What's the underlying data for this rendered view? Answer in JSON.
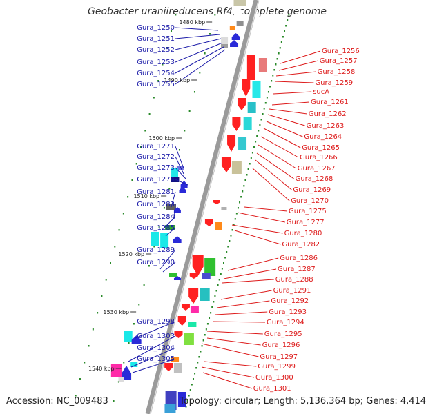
{
  "title": "Geobacter uraniireducens Rf4, complete genome",
  "accession": "Accession: NC_009483",
  "summary": "Topology: circular; Length: 5,136,364 bp; Genes: 4,414",
  "colors": {
    "left_labels": "#1a1aa8",
    "right_labels": "#dd1a1a",
    "tick_marks": "#2a8a2a"
  },
  "scale_labels": [
    "1480 kbp",
    "1490 kbp",
    "1500 kbp",
    "1510 kbp",
    "1520 kbp",
    "1530 kbp",
    "1540 kbp"
  ],
  "left_genes": [
    "Gura_1250",
    "Gura_1251",
    "Gura_1252",
    "Gura_1253",
    "Gura_1254",
    "Gura_1255",
    "Gura_1271",
    "Gura_1272",
    "Gura_1273",
    "Gura_1274",
    "Gura_1281",
    "Gura_1283",
    "Gura_1284",
    "Gura_1285",
    "Gura_1289",
    "Gura_1290",
    "Gura_1298",
    "Gura_1303",
    "Gura_1304",
    "Gura_1305"
  ],
  "right_genes": [
    "Gura_1256",
    "Gura_1257",
    "Gura_1258",
    "Gura_1259",
    "sucA",
    "Gura_1261",
    "Gura_1262",
    "Gura_1263",
    "Gura_1264",
    "Gura_1265",
    "Gura_1266",
    "Gura_1267",
    "Gura_1268",
    "Gura_1269",
    "Gura_1270",
    "Gura_1275",
    "Gura_1277",
    "Gura_1280",
    "Gura_1282",
    "Gura_1286",
    "Gura_1287",
    "Gura_1288",
    "Gura_1291",
    "Gura_1292",
    "Gura_1293",
    "Gura_1294",
    "Gura_1295",
    "Gura_1296",
    "Gura_1297",
    "Gura_1299",
    "Gura_1300",
    "Gura_1301"
  ]
}
